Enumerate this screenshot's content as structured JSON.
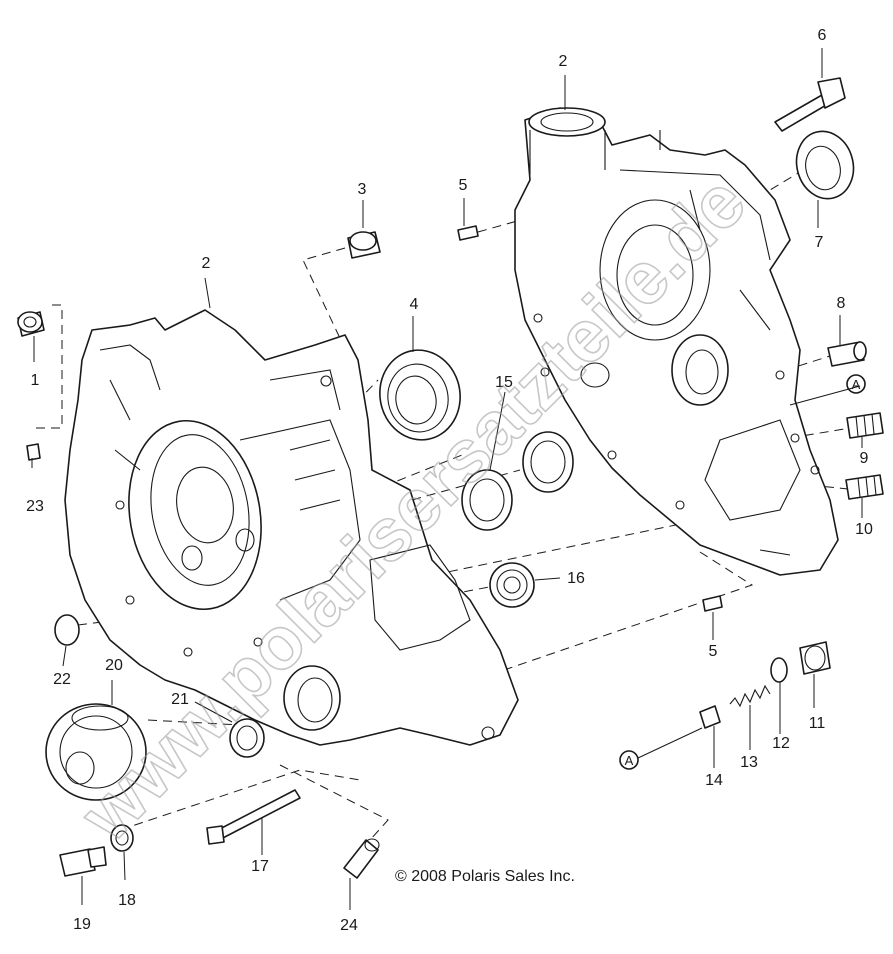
{
  "callouts": {
    "c1": "1",
    "c2a": "2",
    "c2b": "2",
    "c3": "3",
    "c4": "4",
    "c5a": "5",
    "c5b": "5",
    "c6": "6",
    "c7": "7",
    "c8": "8",
    "c9": "9",
    "c10": "10",
    "c11": "11",
    "c12": "12",
    "c13": "13",
    "c14": "14",
    "c15": "15",
    "c16": "16",
    "c17": "17",
    "c18": "18",
    "c19": "19",
    "c20": "20",
    "c21": "21",
    "c22": "22",
    "c23": "23",
    "c24": "24"
  },
  "reference_marker": "A",
  "copyright": "© 2008 Polaris Sales Inc.",
  "watermark": "www.polarisersatzteile.de"
}
